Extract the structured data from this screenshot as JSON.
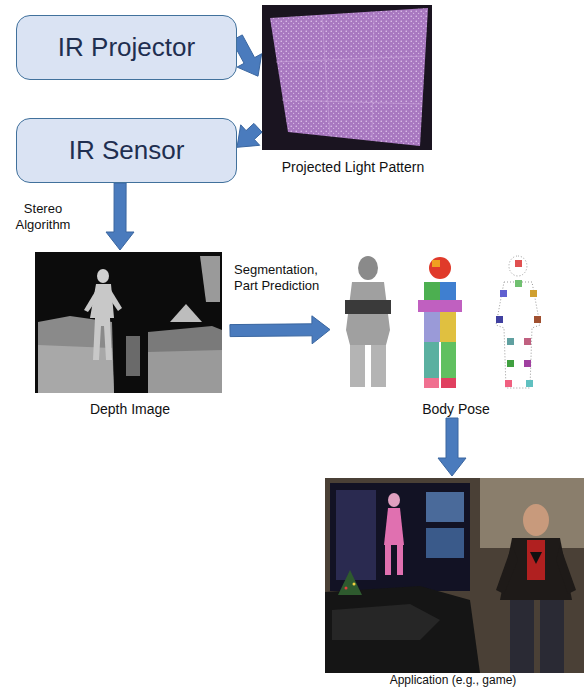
{
  "diagram": {
    "nodes": [
      {
        "text": [
          "IR Projector"
        ]
      },
      {
        "text": [
          "IR Sensor"
        ]
      },
      {
        "text": [
          "Projected Light Pattern"
        ]
      },
      {
        "text": [
          "Depth Image"
        ]
      },
      {
        "text": [
          "Body Pose"
        ]
      },
      {
        "text": [
          "Application (e.g., game)"
        ]
      }
    ],
    "edges": [
      {
        "from": 0,
        "to": 2,
        "arrow": "to"
      },
      {
        "from": 2,
        "to": 1,
        "arrow": "to"
      },
      {
        "from": 1,
        "to": 3,
        "label": "Stereo Algorithm",
        "arrow": "to"
      },
      {
        "from": 3,
        "to": 4,
        "label": "Segmentation, Part Prediction",
        "arrow": "to"
      },
      {
        "from": 4,
        "to": 5,
        "arrow": "to"
      }
    ]
  }
}
